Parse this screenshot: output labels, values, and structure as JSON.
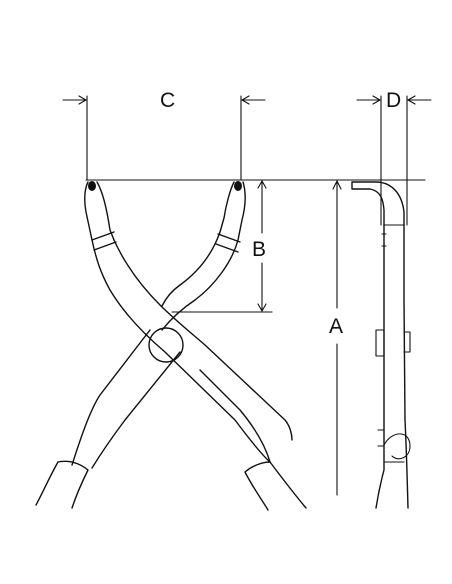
{
  "dimensions": {
    "a": "A",
    "b": "B",
    "c": "C",
    "d": "D"
  },
  "colors": {
    "line": "#111111",
    "background": "#ffffff"
  }
}
